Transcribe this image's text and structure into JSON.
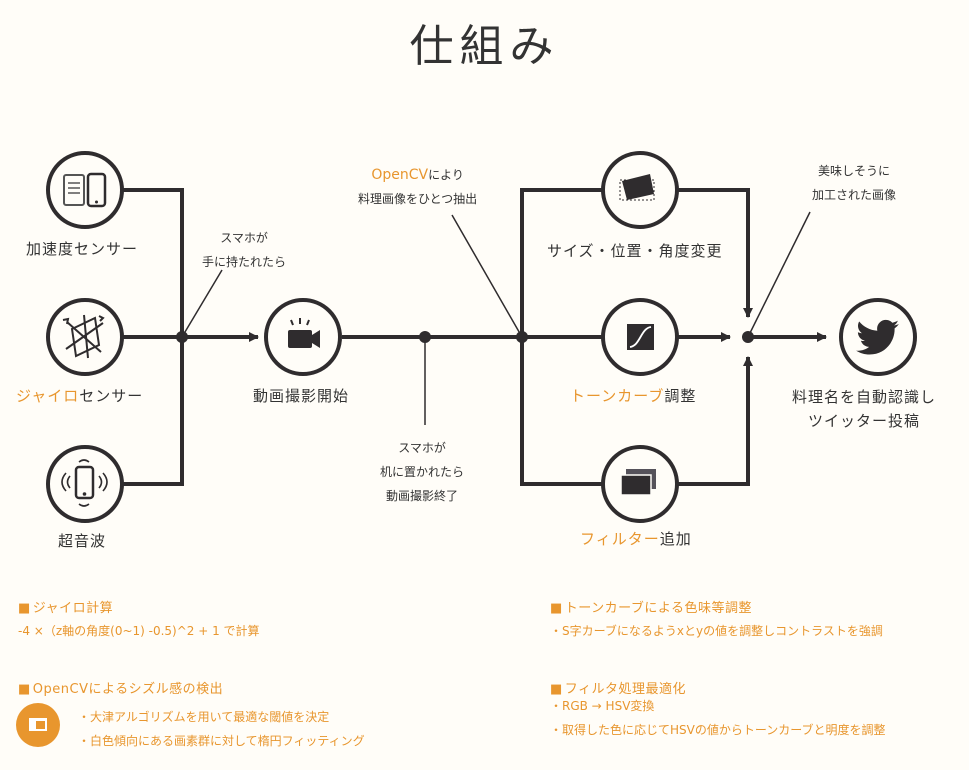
{
  "title": "仕組み",
  "inputs": {
    "accel": "加速度センサー",
    "gyro_orange": "ジャイロ",
    "gyro_rest": "センサー",
    "ultrasonic": "超音波"
  },
  "notes": {
    "pickup_1": "スマホが",
    "pickup_2": "手に持たれたら",
    "putdown_1": "スマホが",
    "putdown_2": "机に置かれたら",
    "putdown_3": "動画撮影終了",
    "opencv_orange": "OpenCV",
    "opencv_rest": "により",
    "opencv_2": "料理画像をひとつ抽出",
    "result_1": "美味しそうに",
    "result_2": "加工された画像"
  },
  "nodes": {
    "video": "動画撮影開始",
    "resize": "サイズ・位置・角度変更",
    "tone_orange": "トーンカーブ",
    "tone_rest": "調整",
    "filter_orange": "フィルター",
    "filter_rest": "追加",
    "output_1": "料理名を自動認識し",
    "output_2": "ツイッター投稿"
  },
  "sections": {
    "gyro_title": "ジャイロ計算",
    "gyro_text": "-4 ×（z軸の角度(0~1) -0.5)^2 + 1 で計算",
    "opencv_title": "OpenCVによるシズル感の検出",
    "opencv_b1": "・大津アルゴリズムを用いて最適な閾値を決定",
    "opencv_b2": "・白色傾向にある画素群に対して楕円フィッティング",
    "tone_title": "トーンカーブによる色味等調整",
    "tone_b1": "・S字カーブになるようxとyの値を調整しコントラストを強調",
    "filter_title": "フィルタ処理最適化",
    "filter_b1": "・RGB → HSV変換",
    "filter_b2": "・取得した色に応じてHSVの値からトーンカーブと明度を調整"
  },
  "colors": {
    "accent": "#e8962e",
    "ink": "#2f2c2e",
    "background": "#fffdf8"
  },
  "icons": [
    "smartphone-icon",
    "gyro-icon",
    "ultrasonic-phone-icon",
    "video-camera-icon",
    "image-transform-icon",
    "tone-curve-icon",
    "layers-icon",
    "twitter-bird-icon",
    "opencv-window-icon"
  ]
}
